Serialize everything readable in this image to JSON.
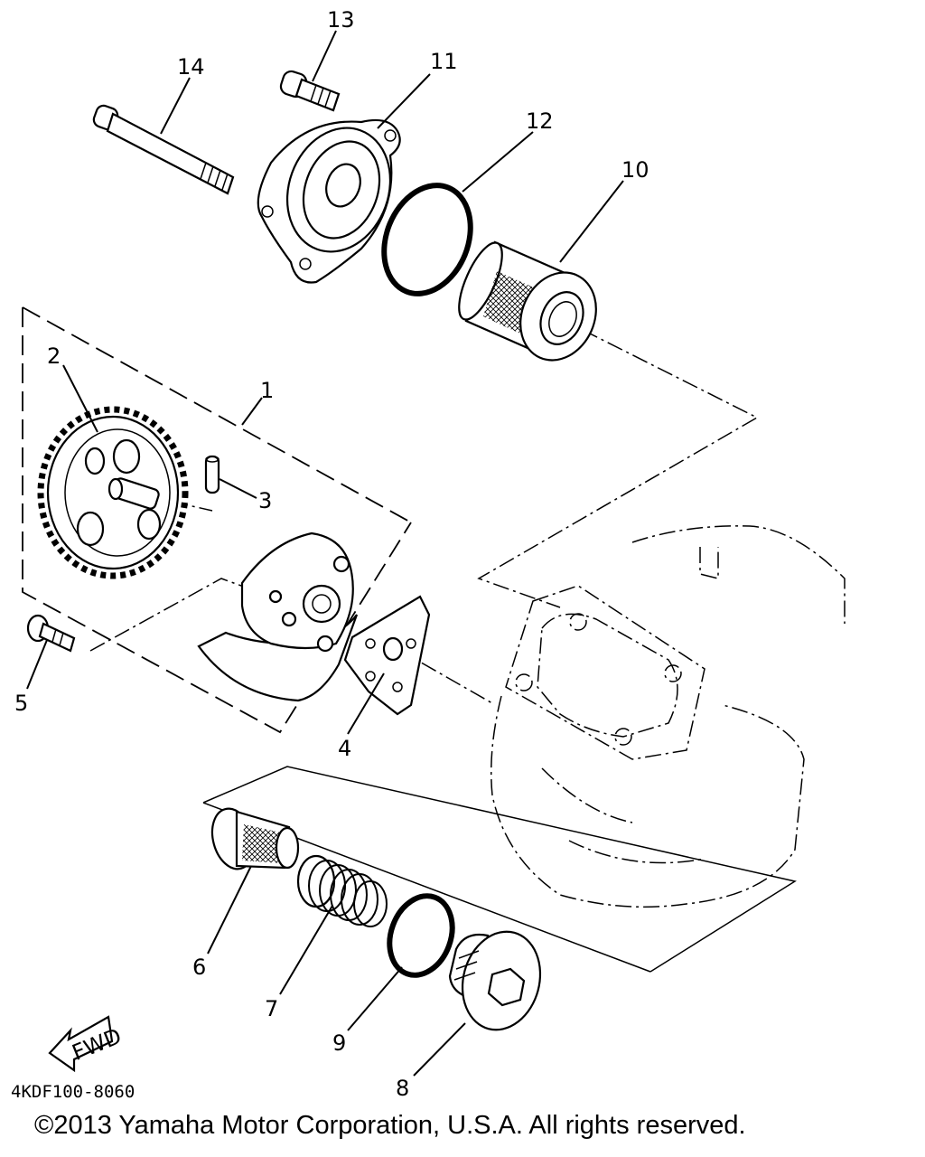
{
  "callouts": {
    "c1": "1",
    "c2": "2",
    "c3": "3",
    "c4": "4",
    "c5": "5",
    "c6": "6",
    "c7": "7",
    "c8": "8",
    "c9": "9",
    "c10": "10",
    "c11": "11",
    "c12": "12",
    "c13": "13",
    "c14": "14"
  },
  "fwd_label": "FWD",
  "diagram_code": "4KDF100-8060",
  "copyright": "©2013 Yamaha Motor Corporation, U.S.A. All rights reserved."
}
